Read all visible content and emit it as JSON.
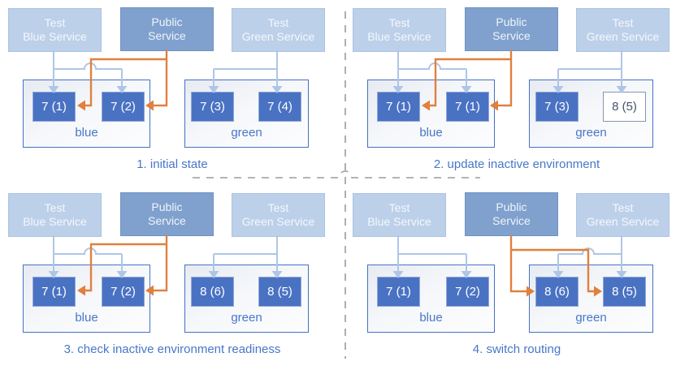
{
  "services": [
    {
      "line1": "Test",
      "line2": "Blue Service"
    },
    {
      "line1": "Public",
      "line2": "Service"
    },
    {
      "line1": "Test",
      "line2": "Green Service"
    }
  ],
  "quadrants": [
    {
      "title": "1. initial state",
      "public_route": "blue",
      "environments": [
        {
          "name": "blue",
          "pods": [
            {
              "label": "7 (1)",
              "style": "filled"
            },
            {
              "label": "7 (2)",
              "style": "filled"
            }
          ]
        },
        {
          "name": "green",
          "pods": [
            {
              "label": "7 (3)",
              "style": "filled"
            },
            {
              "label": "7 (4)",
              "style": "filled"
            }
          ]
        }
      ]
    },
    {
      "title": "2. update inactive environment",
      "public_route": "blue",
      "environments": [
        {
          "name": "blue",
          "pods": [
            {
              "label": "7 (1)",
              "style": "filled"
            },
            {
              "label": "7 (1)",
              "style": "filled"
            }
          ]
        },
        {
          "name": "green",
          "pods": [
            {
              "label": "7 (3)",
              "style": "filled"
            },
            {
              "label": "8 (5)",
              "style": "outline"
            }
          ]
        }
      ]
    },
    {
      "title": "3. check inactive environment readiness",
      "public_route": "blue",
      "environments": [
        {
          "name": "blue",
          "pods": [
            {
              "label": "7 (1)",
              "style": "filled"
            },
            {
              "label": "7 (2)",
              "style": "filled"
            }
          ]
        },
        {
          "name": "green",
          "pods": [
            {
              "label": "8 (6)",
              "style": "filled"
            },
            {
              "label": "8 (5)",
              "style": "filled"
            }
          ]
        }
      ]
    },
    {
      "title": "4. switch routing",
      "public_route": "green",
      "environments": [
        {
          "name": "blue",
          "pods": [
            {
              "label": "7 (1)",
              "style": "filled"
            },
            {
              "label": "7 (2)",
              "style": "filled"
            }
          ]
        },
        {
          "name": "green",
          "pods": [
            {
              "label": "8 (6)",
              "style": "filled"
            },
            {
              "label": "8 (5)",
              "style": "filled"
            }
          ]
        }
      ]
    }
  ],
  "colors": {
    "accent_blue": "#4472c4",
    "light_service_fill": "#bdd0e9",
    "public_service_fill": "#80a1cd",
    "pod_fill": "#4a72c3",
    "outline_pod_border": "#8496b0",
    "outline_pod_text": "#44546a",
    "arrow_light_blue": "#aec6e6",
    "arrow_orange": "#e0803d",
    "divider_gray": "#9b9b9b",
    "caption_text": "#4877c7"
  }
}
